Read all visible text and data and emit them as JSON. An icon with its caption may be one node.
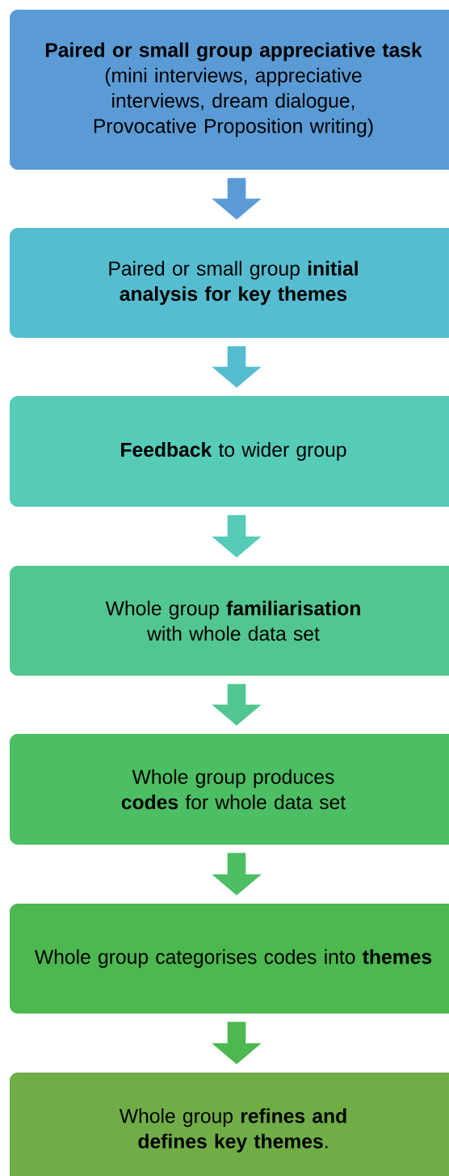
{
  "diagram": {
    "nodes": [
      {
        "text": [
          "Paired or small group appreciative task",
          "(mini interviews, appreciative interviews, dream dialogue, Provocative Proposition writing)"
        ]
      },
      {
        "text": [
          "Paired or small group **initial analysis for key themes**"
        ]
      },
      {
        "text": [
          "**Feedback** to wider group"
        ]
      },
      {
        "text": [
          "Whole group **familiarisation** with whole data set"
        ]
      },
      {
        "text": [
          "Whole group produces **codes** for whole data set"
        ]
      },
      {
        "text": [
          "Whole group categorises codes into **themes**"
        ]
      },
      {
        "text": [
          "Whole group **refines and defines key themes**."
        ]
      }
    ],
    "edges": [
      {
        "from": 0,
        "to": 1,
        "arrow": "to",
        "color": "#5b9bd5"
      },
      {
        "from": 1,
        "to": 2,
        "arrow": "to",
        "color": "#56bdd0"
      },
      {
        "from": 2,
        "to": 3,
        "arrow": "to",
        "color": "#55cbb8"
      },
      {
        "from": 3,
        "to": 4,
        "arrow": "to",
        "color": "#52c690"
      },
      {
        "from": 4,
        "to": 5,
        "arrow": "to",
        "color": "#4cbe63"
      },
      {
        "from": 5,
        "to": 6,
        "arrow": "to",
        "color": "#4cb84f"
      }
    ]
  }
}
